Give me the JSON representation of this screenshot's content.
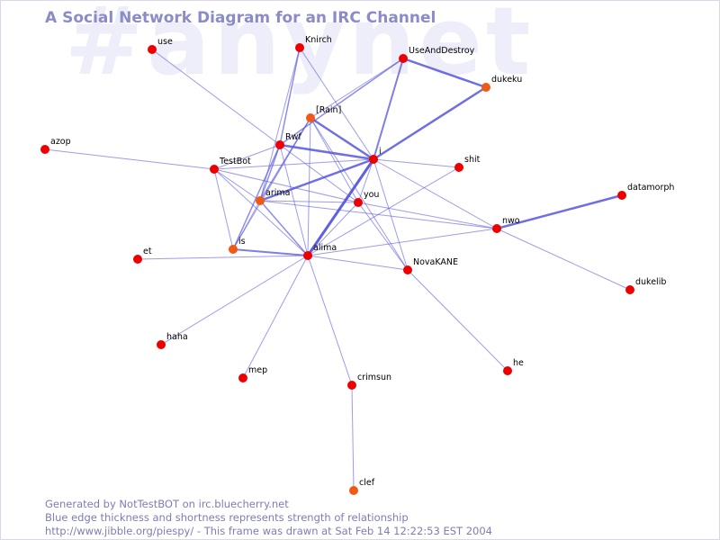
{
  "watermark": "#anynet",
  "title": "A Social Network Diagram for an IRC Channel",
  "footer": {
    "line1": "Generated by NotTestBOT on irc.bluecherry.net",
    "line2": "Blue edge thickness and shortness represents strength of relationship",
    "line3": "http://www.jibble.org/piespy/ - This frame was drawn at Sat Feb 14 12:22:53 EST 2004"
  },
  "colors": {
    "background": "#ffffff",
    "title": "#8b8bc8",
    "watermark": "#eeeefa",
    "footer": "#7d7db5",
    "edge": "#5555e0",
    "node_default": "#ee0000",
    "node_highlight": "#f05a14"
  },
  "nodes": [
    {
      "id": "use",
      "label": "use"
    },
    {
      "id": "Knirch",
      "label": "Knirch"
    },
    {
      "id": "UseAndDestroy",
      "label": "UseAndDestroy"
    },
    {
      "id": "dukeku",
      "label": "dukeku",
      "highlight": true
    },
    {
      "id": "Rain",
      "label": "[Rain]",
      "highlight": true
    },
    {
      "id": "azop",
      "label": "azop"
    },
    {
      "id": "Rwf",
      "label": "Rwf"
    },
    {
      "id": "i",
      "label": "i"
    },
    {
      "id": "shit",
      "label": "shit"
    },
    {
      "id": "TestBot",
      "label": "TestBot"
    },
    {
      "id": "datamorph",
      "label": "datamorph"
    },
    {
      "id": "arima",
      "label": "arima",
      "highlight": true
    },
    {
      "id": "you",
      "label": "you"
    },
    {
      "id": "nwo",
      "label": "nwo"
    },
    {
      "id": "et",
      "label": "et"
    },
    {
      "id": "is",
      "label": "is",
      "highlight": true
    },
    {
      "id": "alima",
      "label": "alima"
    },
    {
      "id": "NovaKANE",
      "label": "NovaKANE"
    },
    {
      "id": "dukelib",
      "label": "dukelib"
    },
    {
      "id": "haha",
      "label": "haha"
    },
    {
      "id": "mep",
      "label": "mep"
    },
    {
      "id": "crimsun",
      "label": "crimsun"
    },
    {
      "id": "he",
      "label": "he"
    },
    {
      "id": "clef",
      "label": "clef",
      "highlight": true
    }
  ],
  "edges": [
    {
      "from": "UseAndDestroy",
      "to": "dukeku",
      "weight": 2.5
    },
    {
      "from": "dukeku",
      "to": "i",
      "weight": 2.5
    },
    {
      "from": "UseAndDestroy",
      "to": "i",
      "weight": 2
    },
    {
      "from": "Rain",
      "to": "i",
      "weight": 2.5
    },
    {
      "from": "Rwf",
      "to": "i",
      "weight": 2.5
    },
    {
      "from": "arima",
      "to": "i",
      "weight": 2.5
    },
    {
      "from": "alima",
      "to": "i",
      "weight": 3
    },
    {
      "from": "nwo",
      "to": "datamorph",
      "weight": 2.5
    },
    {
      "from": "is",
      "to": "alima",
      "weight": 2
    },
    {
      "from": "UseAndDestroy",
      "to": "Rwf",
      "weight": 1.5
    },
    {
      "from": "Knirch",
      "to": "Rwf",
      "weight": 1.5
    },
    {
      "from": "Rwf",
      "to": "arima",
      "weight": 1.5
    },
    {
      "from": "Rwf",
      "to": "is",
      "weight": 1.5
    },
    {
      "from": "Rain",
      "to": "arima",
      "weight": 1.5
    },
    {
      "from": "i",
      "to": "nwo",
      "weight": 1
    },
    {
      "from": "alima",
      "to": "NovaKANE",
      "weight": 1
    },
    {
      "from": "arima",
      "to": "alima",
      "weight": 1.5
    },
    {
      "from": "use",
      "to": "Rwf",
      "weight": 1
    },
    {
      "from": "Knirch",
      "to": "i",
      "weight": 1
    },
    {
      "from": "UseAndDestroy",
      "to": "Rain",
      "weight": 1
    },
    {
      "from": "azop",
      "to": "TestBot",
      "weight": 1
    },
    {
      "from": "TestBot",
      "to": "i",
      "weight": 1
    },
    {
      "from": "TestBot",
      "to": "alima",
      "weight": 1
    },
    {
      "from": "TestBot",
      "to": "is",
      "weight": 1
    },
    {
      "from": "TestBot",
      "to": "you",
      "weight": 1
    },
    {
      "from": "TestBot",
      "to": "Rwf",
      "weight": 1
    },
    {
      "from": "TestBot",
      "to": "arima",
      "weight": 1
    },
    {
      "from": "Rwf",
      "to": "you",
      "weight": 1
    },
    {
      "from": "Rwf",
      "to": "alima",
      "weight": 1
    },
    {
      "from": "Rain",
      "to": "alima",
      "weight": 1
    },
    {
      "from": "Rain",
      "to": "is",
      "weight": 1
    },
    {
      "from": "Rain",
      "to": "NovaKANE",
      "weight": 1
    },
    {
      "from": "Rain",
      "to": "you",
      "weight": 1
    },
    {
      "from": "i",
      "to": "shit",
      "weight": 1
    },
    {
      "from": "i",
      "to": "NovaKANE",
      "weight": 1
    },
    {
      "from": "i",
      "to": "you",
      "weight": 1
    },
    {
      "from": "arima",
      "to": "you",
      "weight": 1
    },
    {
      "from": "arima",
      "to": "nwo",
      "weight": 1
    },
    {
      "from": "you",
      "to": "nwo",
      "weight": 1
    },
    {
      "from": "you",
      "to": "alima",
      "weight": 1
    },
    {
      "from": "you",
      "to": "NovaKANE",
      "weight": 1
    },
    {
      "from": "alima",
      "to": "nwo",
      "weight": 1
    },
    {
      "from": "alima",
      "to": "shit",
      "weight": 1
    },
    {
      "from": "et",
      "to": "alima",
      "weight": 1
    },
    {
      "from": "haha",
      "to": "alima",
      "weight": 1
    },
    {
      "from": "mep",
      "to": "alima",
      "weight": 1
    },
    {
      "from": "crimsun",
      "to": "alima",
      "weight": 1
    },
    {
      "from": "clef",
      "to": "crimsun",
      "weight": 1
    },
    {
      "from": "nwo",
      "to": "dukelib",
      "weight": 1
    },
    {
      "from": "NovaKANE",
      "to": "he",
      "weight": 1
    },
    {
      "from": "Knirch",
      "to": "arima",
      "weight": 1
    },
    {
      "from": "is",
      "to": "arima",
      "weight": 1
    }
  ]
}
